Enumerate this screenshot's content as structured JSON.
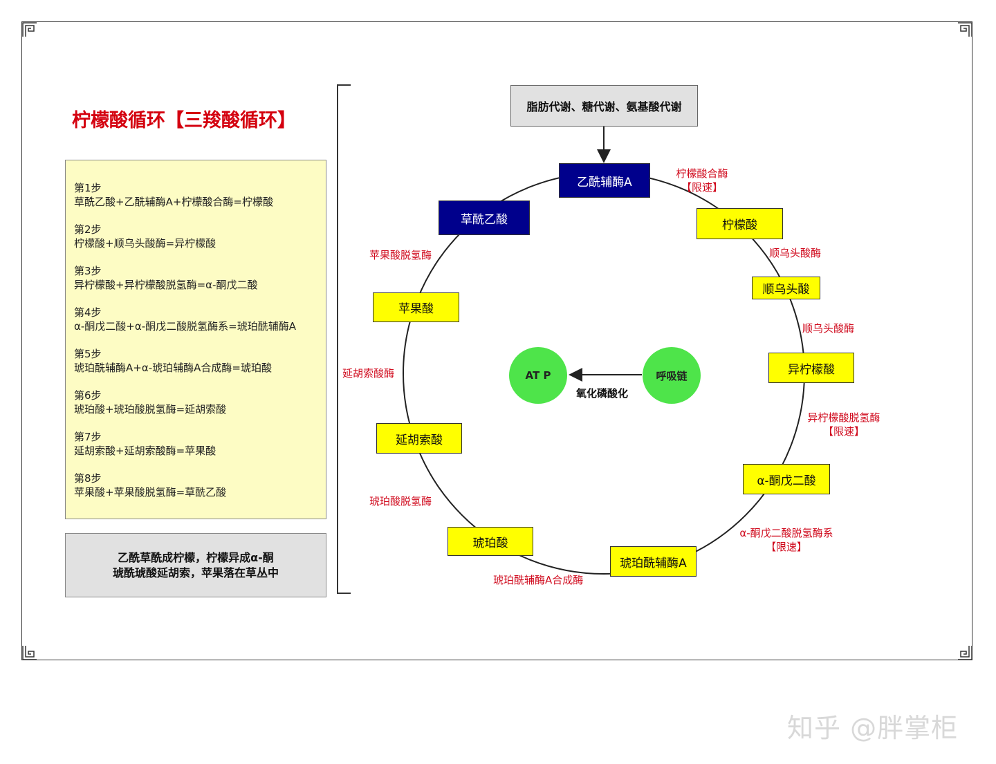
{
  "title": "柠檬酸循环【三羧酸循环】",
  "steps": [
    {
      "label": "第1步",
      "text": "草酰乙酸+乙酰辅酶A+柠檬酸合酶=柠檬酸"
    },
    {
      "label": "第2步",
      "text": "柠檬酸+顺乌头酸酶=异柠檬酸"
    },
    {
      "label": "第3步",
      "text": "异柠檬酸+异柠檬酸脱氢酶=α-酮戊二酸"
    },
    {
      "label": "第4步",
      "text": "α-酮戊二酸+α-酮戊二酸脱氢酶系=琥珀酰辅酶A"
    },
    {
      "label": "第5步",
      "text": "琥珀酰辅酶A+α-琥珀辅酶A合成酶=琥珀酸"
    },
    {
      "label": "第6步",
      "text": "琥珀酸+琥珀酸脱氢酶=延胡索酸"
    },
    {
      "label": "第7步",
      "text": "延胡索酸+延胡索酸酶=苹果酸"
    },
    {
      "label": "第8步",
      "text": "苹果酸+苹果酸脱氢酶=草酰乙酸"
    }
  ],
  "mnemonic": {
    "line1": "乙酰草酰成柠檬，柠檬异成α-酮",
    "line2": "琥酰琥酸延胡索，苹果落在草丛中"
  },
  "source": "脂肪代谢、糖代谢、氨基酸代谢",
  "nodes": {
    "acetyl_coa": "乙酰辅酶A",
    "citrate": "柠檬酸",
    "cis_aconitate": "顺乌头酸",
    "isocitrate": "异柠檬酸",
    "alpha_kg": "α-酮戊二酸",
    "succinyl_coa": "琥珀酰辅酶A",
    "succinate": "琥珀酸",
    "fumarate": "延胡索酸",
    "malate": "苹果酸",
    "oxaloacetate": "草酰乙酸"
  },
  "enzymes": {
    "citrate_synthase": "柠檬酸合酶",
    "citrate_synthase_note": "【限速】",
    "aconitase_1": "顺乌头酸酶",
    "aconitase_2": "顺乌头酸酶",
    "idh": "异柠檬酸脱氢酶",
    "idh_note": "【限速】",
    "akgdh": "α-酮戊二酸脱氢酶系",
    "akgdh_note": "【限速】",
    "scs": "琥珀酰辅酶A合成酶",
    "sdh": "琥珀酸脱氢酶",
    "fumarase": "延胡索酸酶",
    "mdh": "苹果酸脱氢酶"
  },
  "center": {
    "atp": "AT P",
    "resp_chain": "呼吸链",
    "oxphos": "氧化磷酸化"
  },
  "watermark": "知乎 @胖掌柜",
  "colors": {
    "title": "#d4000f",
    "enzyme": "#d00a1d",
    "metabolite": "#ffff00",
    "key_metabolite": "#00008c",
    "circle_node": "#4ee44a",
    "steps_bg": "#fdfcc4"
  }
}
